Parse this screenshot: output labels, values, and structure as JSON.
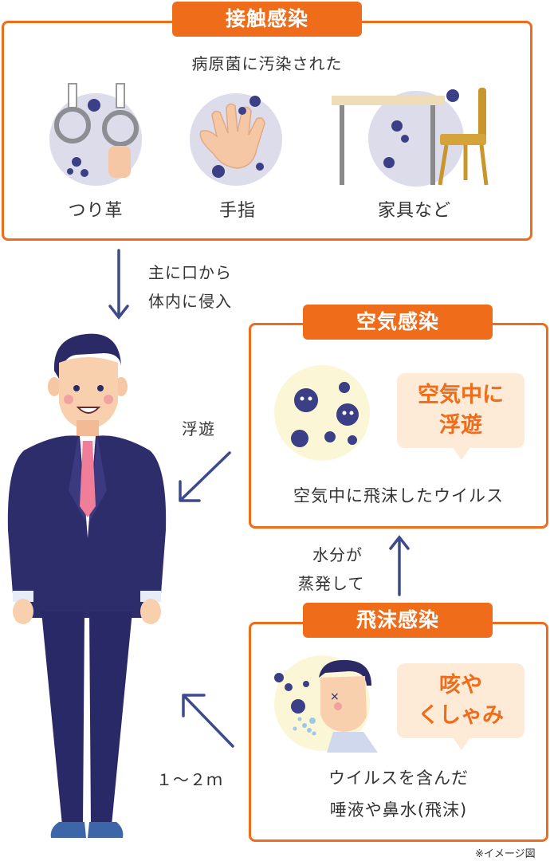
{
  "contact": {
    "title": "接触感染",
    "subtitle": "病原菌に汚染された",
    "items": [
      {
        "label": "つり革"
      },
      {
        "label": "手指"
      },
      {
        "label": "家具など"
      }
    ]
  },
  "flow_contact": {
    "line1": "主に口から",
    "line2": "体内に侵入"
  },
  "airborne": {
    "title": "空気感染",
    "bubble_line1": "空気中に",
    "bubble_line2": "浮遊",
    "caption": "空気中に飛沫したウイルス"
  },
  "float_label": "浮遊",
  "evaporate": {
    "line1": "水分が",
    "line2": "蒸発して"
  },
  "droplet": {
    "title": "飛沫感染",
    "bubble_line1": "咳や",
    "bubble_line2": "くしゃみ",
    "caption_line1": "ウイルスを含んだ",
    "caption_line2": "唾液や鼻水(飛沫)"
  },
  "distance": "１～２ｍ",
  "note": "※イメージ図",
  "colors": {
    "accent": "#ef6c1b",
    "bubble_bg": "#fdebd7",
    "arrow": "#3d4b8a",
    "virus": "#3a3f86",
    "suit": "#2e2d6b"
  }
}
